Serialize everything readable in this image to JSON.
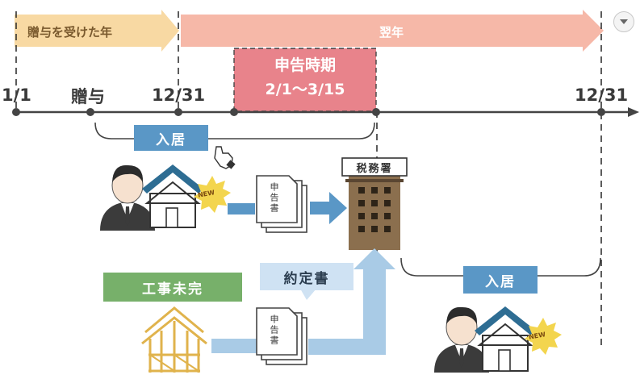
{
  "timeline": {
    "gift_year_label": "贈与を受けた年",
    "next_year_label": "翌年",
    "ticks": {
      "start": "1/1",
      "gift": "贈与",
      "year_end": "12/31",
      "next_year_end": "12/31"
    }
  },
  "filing_period": {
    "title": "申告時期",
    "dates": "2/1〜3/15"
  },
  "move_in_label": "入居",
  "move_in_label_2": "入居",
  "tax_office_label": "税務署",
  "new_badge": "NEW",
  "new_badge_2": "NEW",
  "document_label": "申告書",
  "document_label_2": "申告書",
  "construction_label": "工事未完",
  "contract_label": "約定書",
  "colors": {
    "gift_year_arrow": "#f8d9a3",
    "next_year_arrow": "#f6b8a8",
    "filing_box": "#e8838b",
    "move_in_box": "#5a97c6",
    "construction_box": "#77b06a",
    "contract_box": "#cfe2f3",
    "flow_arrow": "#5a97c6",
    "building": "#8b6f4e"
  }
}
